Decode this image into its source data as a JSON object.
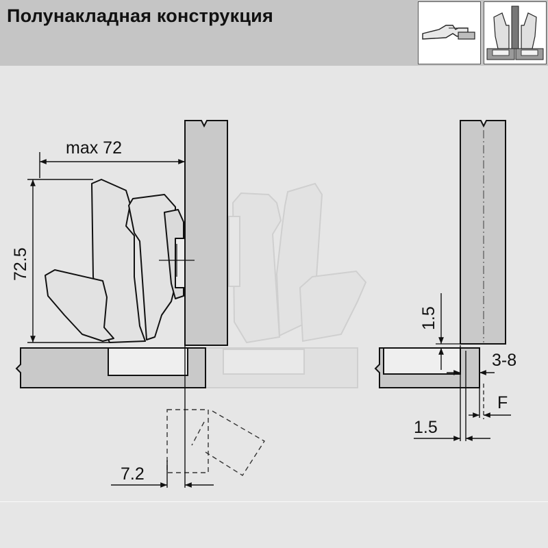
{
  "header": {
    "title": "Полунакладная конструкция"
  },
  "icons": {
    "first": "hinge-side-view-icon",
    "second": "half-overlay-cross-section-icon"
  },
  "dimensions": {
    "max_width": "max 72",
    "height": "72.5",
    "offset_top": "1.5",
    "range": "3-8",
    "f_label": "F",
    "offset_bottom": "1.5",
    "bottom_offset": "7.2"
  },
  "colors": {
    "background": "#e6e6e6",
    "header": "#c5c5c5",
    "panel": "#c9c9c9",
    "ghost": "#d4d4d4"
  }
}
